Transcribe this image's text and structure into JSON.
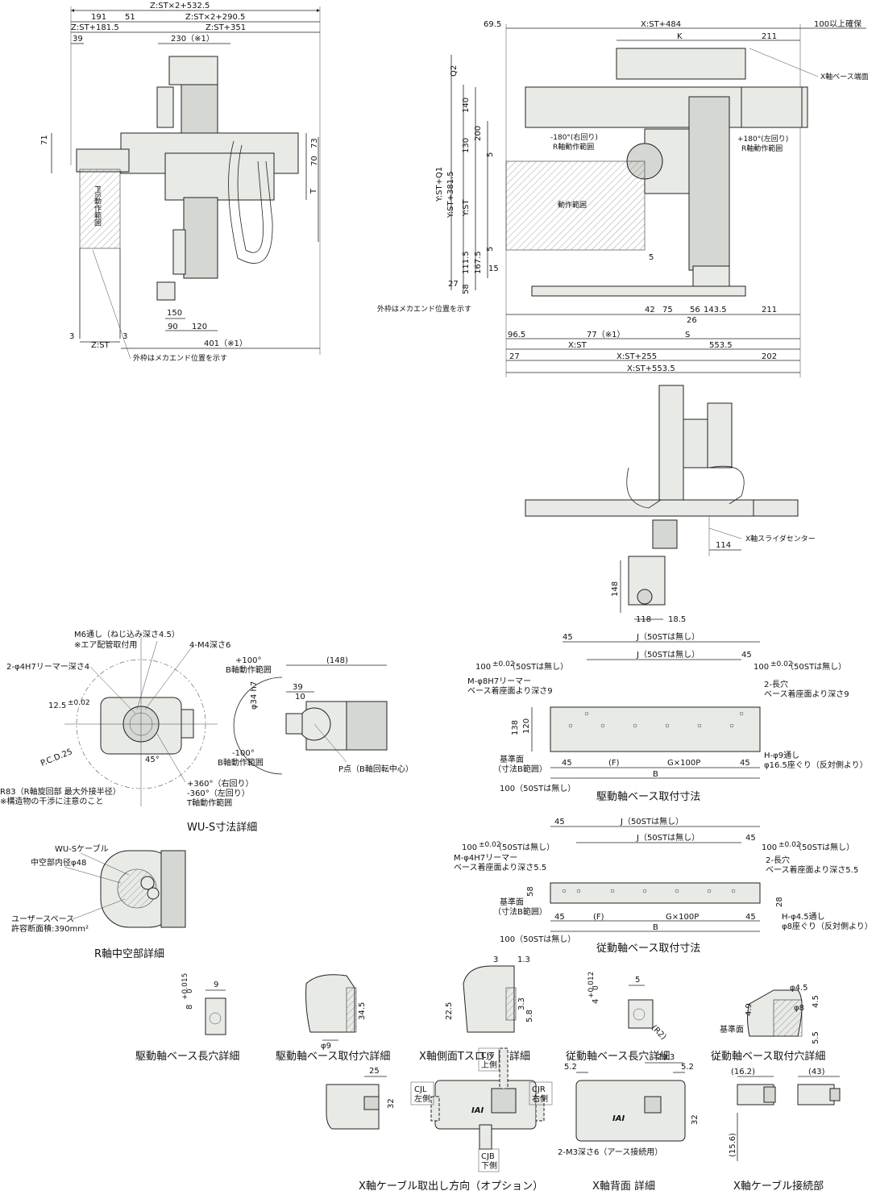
{
  "top_left": {
    "dims": [
      "Z:ST×2+532.5",
      "191",
      "51",
      "Z:ST×2+290.5",
      "Z:ST+181.5",
      "Z:ST+351",
      "39",
      "230（※1）",
      "71",
      "73",
      "70",
      "T",
      "150",
      "90",
      "120",
      "3",
      "Z:ST",
      "3",
      "401（※1）"
    ],
    "p_label": "P点動作範囲",
    "note": "外枠はメカエンド位置を示す"
  },
  "top_right": {
    "dims": [
      "69.5",
      "X:ST+484",
      "100以上確保",
      "K",
      "211",
      "Q2",
      "140",
      "200",
      "130",
      "5",
      "Y:ST+Q1",
      "Y:ST+381.5",
      "Y:ST",
      "5",
      "5",
      "111.5",
      "167.5",
      "15",
      "27",
      "58",
      "42",
      "75",
      "56",
      "143.5",
      "211",
      "26",
      "96.5",
      "77（※1）",
      "S",
      "X:ST",
      "553.5",
      "27",
      "X:ST+255",
      "202",
      "X:ST+553.5"
    ],
    "labels": {
      "x_base_end": "X軸ベース端面",
      "r_minus": "-180°(右回り)",
      "r_minus2": "R軸動作範囲",
      "r_plus": "+180°(左回り)",
      "r_plus2": "R軸動作範囲",
      "range": "動作範囲",
      "note": "外枠はメカエンド位置を示す"
    }
  },
  "front_view": {
    "dims": [
      "114",
      "148",
      "118",
      "18.5"
    ],
    "label": "X軸スライダセンター"
  },
  "wus": {
    "labels": [
      "M6通し（ねじ込み深さ4.5）",
      "※エア配管取付用",
      "4-M4深さ6",
      "2-φ4H7リーマー深さ4",
      "12.5",
      "±0.02",
      "P.C.D.25",
      "45°",
      "R83（R軸旋回部 最大外接半径）",
      "※構造物の干渉に注意のこと",
      "+360°（右回り）",
      "-360°（左回り）",
      "T軸動作範囲",
      "+100°",
      "B軸動作範囲",
      "(148)",
      "φ34 h7",
      "39",
      "10",
      "-100°",
      "B軸動作範囲",
      "P点（B軸回転中心）"
    ],
    "caption": "WU-S寸法詳細"
  },
  "r_hollow": {
    "labels": [
      "WU-Sケーブル",
      "中空部内径φ48",
      "ユーザースペース",
      "許容断面積:390mm²"
    ],
    "caption": "R軸中空部詳細"
  },
  "drive_base": {
    "labels": [
      "45",
      "J（50STは無し）",
      "J（50STは無し）",
      "45",
      "100",
      "±0.02",
      "（50STは無し）",
      "100",
      "±0.02",
      "（50STは無し）",
      "M-φ8H7リーマー",
      "ベース着座面より深さ9",
      "2-長穴",
      "ベース着座面より深さ9",
      "138",
      "120",
      "基準面",
      "（寸法B範囲）",
      "45",
      "(F)",
      "G×100P",
      "45",
      "H-φ9通し",
      "φ16.5座ぐり（反対側より）",
      "B",
      "100（50STは無し）"
    ],
    "caption": "駆動軸ベース取付寸法"
  },
  "follow_base": {
    "labels": [
      "45",
      "J（50STは無し）",
      "J（50STは無し）",
      "45",
      "100",
      "±0.02",
      "（50STは無し）",
      "100",
      "±0.02",
      "（50STは無し）",
      "M-φ4H7リーマー",
      "ベース着座面より深さ5.5",
      "2-長穴",
      "ベース着座面より深さ5.5",
      "58",
      "28",
      "基準面",
      "（寸法B範囲）",
      "45",
      "(F)",
      "G×100P",
      "45",
      "H-φ4.5通し",
      "φ8座ぐり（反対側より）",
      "B",
      "100（50STは無し）"
    ],
    "caption": "従動軸ベース取付寸法"
  },
  "details": [
    {
      "caption": "駆動軸ベース長穴詳細",
      "labels": [
        "9",
        "8",
        "+0.015",
        "0"
      ]
    },
    {
      "caption": "駆動軸ベース取付穴詳細",
      "labels": [
        "34.5",
        "φ9"
      ]
    },
    {
      "caption": "X軸側面Tスロット 詳細",
      "labels": [
        "3",
        "1.3",
        "22.5",
        "3.3",
        "5.8"
      ]
    },
    {
      "caption": "従動軸ベース長穴詳細",
      "labels": [
        "5",
        "4",
        "+0.012",
        "0",
        "(R2)"
      ]
    },
    {
      "caption": "従動軸ベース取付穴詳細",
      "labels": [
        "φ4.5",
        "φ8",
        "4.9",
        "4.5",
        "5.5",
        "基準面"
      ]
    }
  ],
  "bottom": [
    {
      "caption": "X軸ケーブル取出し方向（オプション）",
      "labels": [
        "25",
        "32",
        "CJL",
        "左側",
        "CJT",
        "上側",
        "CJR",
        "右側",
        "CJB",
        "下側",
        "IAI"
      ]
    },
    {
      "caption": "X軸背面 詳細",
      "labels": [
        "5.2",
        "29.3",
        "5.2",
        "32",
        "2-M3深さ6（アース接続用）",
        "IAI"
      ]
    },
    {
      "caption": "X軸ケーブル接続部",
      "labels": [
        "(16.2)",
        "(43)",
        "(15.6)"
      ]
    }
  ]
}
